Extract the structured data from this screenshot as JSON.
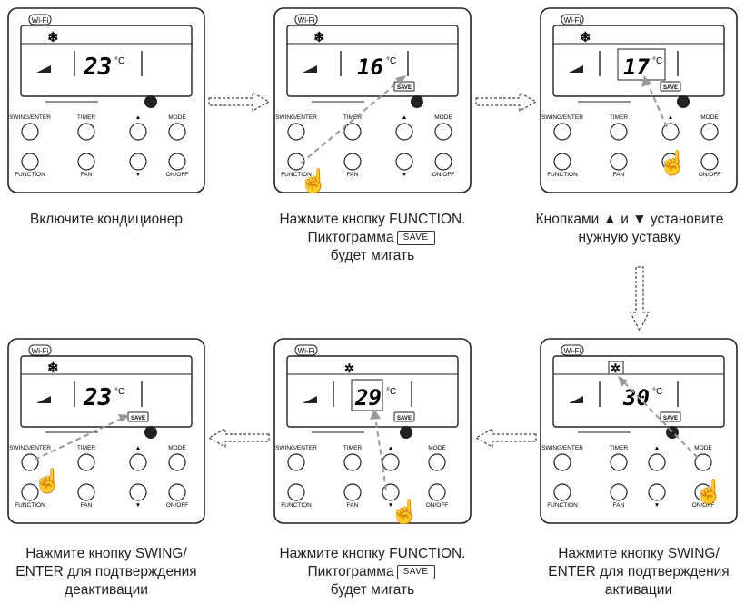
{
  "remote": {
    "wifi_label": "Wi-Fi",
    "unit": "°C",
    "save_label": "SAVE",
    "buttons": {
      "swing_enter": "SWING/ENTER",
      "timer": "TIMER",
      "up": "▲",
      "mode": "MODE",
      "function": "FUNCTION",
      "fan": "FAN",
      "down": "▼",
      "on_off": "ON/OFF"
    }
  },
  "steps": [
    {
      "temperature": "23",
      "mode_icon": "snowflake-icon",
      "save_visible": false,
      "caption": [
        "Включите кондиционер"
      ]
    },
    {
      "temperature": "16",
      "mode_icon": "snowflake-icon",
      "save_visible": true,
      "caption": [
        "Нажмите кнопку FUNCTION.",
        "Пиктограмма",
        "будет мигать"
      ]
    },
    {
      "temperature": "17",
      "mode_icon": "snowflake-icon",
      "save_visible": true,
      "caption": [
        "Кнопками ▲ и ▼ установите",
        "нужную уставку"
      ]
    },
    {
      "temperature": "30",
      "mode_icon": "sun-icon",
      "save_visible": true,
      "caption": [
        "Нажмите кнопку SWING/",
        "ENTER для подтверждения",
        "активации"
      ]
    },
    {
      "temperature": "29",
      "mode_icon": "sun-icon",
      "save_visible": true,
      "caption": [
        "Нажмите кнопку FUNCTION.",
        "Пиктограмма",
        "будет мигать"
      ]
    },
    {
      "temperature": "23",
      "mode_icon": "snowflake-icon",
      "save_visible": true,
      "caption": [
        "Нажмите кнопку SWING/",
        "ENTER для подтверждения",
        "деактивации"
      ]
    }
  ]
}
